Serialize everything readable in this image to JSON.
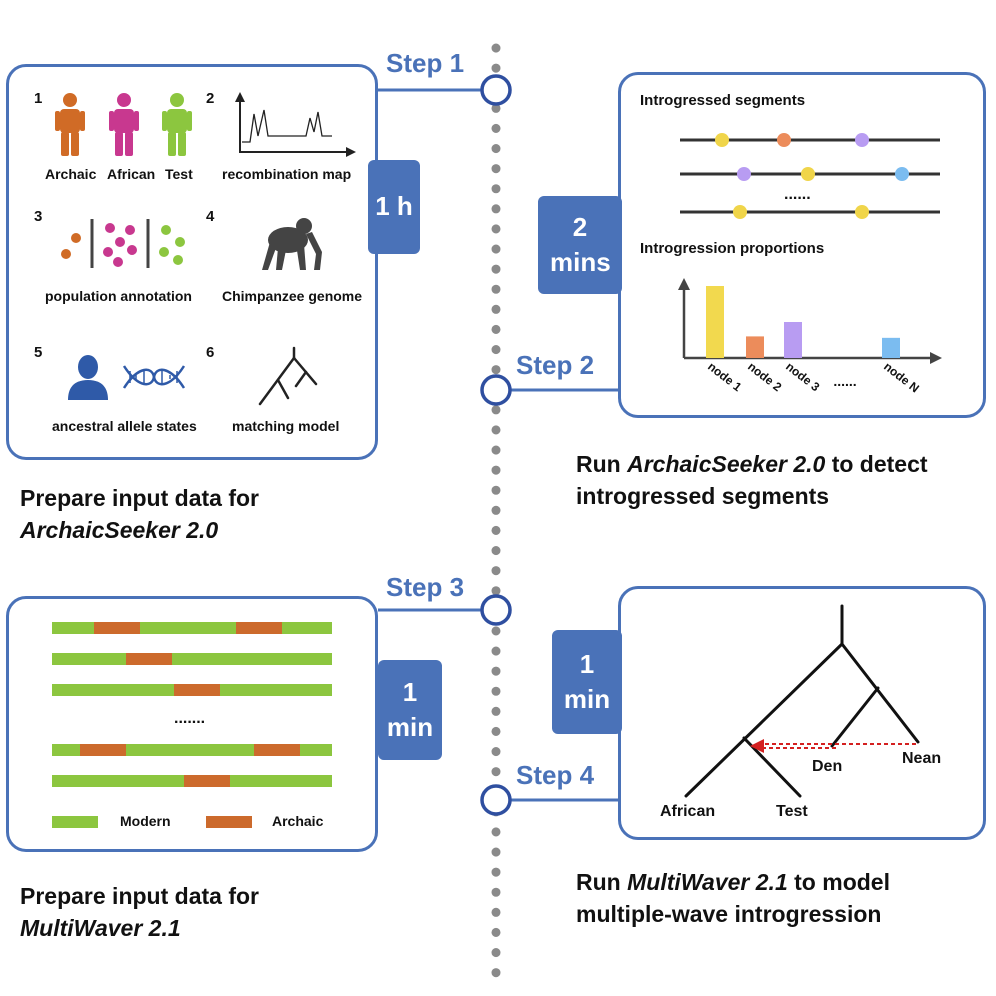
{
  "steps": {
    "step1": "Step 1",
    "step2": "Step 2",
    "step3": "Step 3",
    "step4": "Step 4"
  },
  "panel1": {
    "time": "1 h",
    "item_numbers": [
      "1",
      "2",
      "3",
      "4",
      "5",
      "6"
    ],
    "people_labels": [
      "Archaic",
      "African",
      "Test"
    ],
    "recombination_map": "recombination map",
    "population_annotation": "population annotation",
    "chimpanzee_genome": "Chimpanzee genome",
    "ancestral_allele_states": "ancestral allele states",
    "matching_model": "matching model",
    "caption_line1": "Prepare input data for",
    "caption_line2": "ArchaicSeeker 2.0"
  },
  "panel2": {
    "time": "2 mins",
    "segments_title": "Introgressed segments",
    "ellipsis": "......",
    "proportions_title": "Introgression proportions",
    "caption_pre": "Run ",
    "caption_italic": "ArchaicSeeker 2.0",
    "caption_post": " to detect",
    "caption_line2": "introgressed segments"
  },
  "panel3": {
    "time": "1 min",
    "ellipsis": ".......",
    "legend_modern": "Modern",
    "legend_archaic": "Archaic",
    "caption_line1": "Prepare input data for",
    "caption_line2": "MultiWaver 2.1"
  },
  "panel4": {
    "time": "1 min",
    "tree_labels": {
      "african": "African",
      "test": "Test",
      "den": "Den",
      "nean": "Nean"
    },
    "caption_pre": "Run ",
    "caption_italic": "MultiWaver 2.1",
    "caption_post": " to model",
    "caption_line2": "multiple-wave introgression"
  },
  "chart_data": {
    "type": "bar",
    "title": "Introgression proportions",
    "categories": [
      "node 1",
      "node 2",
      "node 3",
      "......",
      "node N"
    ],
    "values": [
      1.0,
      0.3,
      0.5,
      0,
      0.28
    ],
    "bar_colors": [
      "#f2d94e",
      "#ec8c5b",
      "#b89cf2",
      "",
      "#7bbcf0"
    ],
    "axis_color": "#444444"
  },
  "colors": {
    "accent_blue": "#4a72b8",
    "archaic_orange": "#d06b26",
    "african_magenta": "#c8388f",
    "test_green": "#8cc63f",
    "modern_green": "#8cc63f",
    "segment_orange": "#cc6a2c",
    "dot_yellow": "#f0d54a",
    "dot_orange": "#ec8c5b",
    "dot_purple": "#b89cf2",
    "dot_blue": "#7bbcf0",
    "migration_red": "#d42020",
    "spine_gray": "#8a8a8a"
  }
}
